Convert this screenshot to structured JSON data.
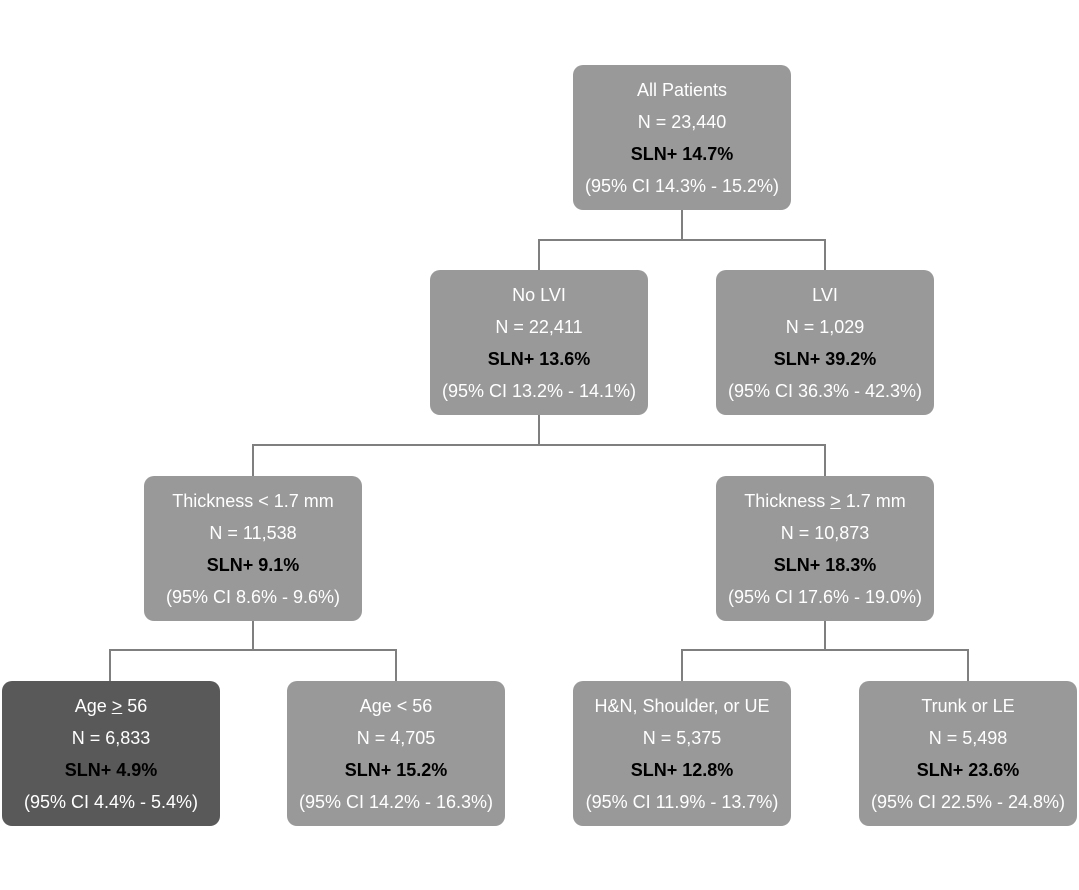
{
  "line_color": "#7f7f7f",
  "node_color": "#999999",
  "highlight_color": "#595959",
  "nodes": {
    "all": {
      "label": "All Patients",
      "n": "N = 23,440",
      "sln": "SLN+ 14.7%",
      "ci": "(95% CI 14.3% - 15.2%)"
    },
    "nolvi": {
      "label": "No LVI",
      "n": "N = 22,411",
      "sln": "SLN+ 13.6%",
      "ci": "(95% CI 13.2% - 14.1%)"
    },
    "lvi": {
      "label": "LVI",
      "n": "N = 1,029",
      "sln": "SLN+ 39.2%",
      "ci": "(95% CI 36.3% - 42.3%)"
    },
    "thin": {
      "label": "Thickness < 1.7 mm",
      "n": "N = 11,538",
      "sln": "SLN+ 9.1%",
      "ci": "(95% CI 8.6% - 9.6%)"
    },
    "thick": {
      "label_prefix": "Thickness ",
      "label_symbol": ">",
      "label_suffix": " 1.7 mm",
      "n": "N = 10,873",
      "sln": "SLN+ 18.3%",
      "ci": "(95% CI 17.6% - 19.0%)"
    },
    "age_ge": {
      "label_prefix": "Age ",
      "label_symbol": ">",
      "label_suffix": " 56",
      "n": "N = 6,833",
      "sln": "SLN+ 4.9%",
      "ci": "(95% CI 4.4% - 5.4%)"
    },
    "age_lt": {
      "label": "Age < 56",
      "n": "N = 4,705",
      "sln": "SLN+ 15.2%",
      "ci": "(95% CI 14.2% - 16.3%)"
    },
    "hn": {
      "label": "H&N, Shoulder, or UE",
      "n": "N = 5,375",
      "sln": "SLN+ 12.8%",
      "ci": "(95% CI 11.9% - 13.7%)"
    },
    "trunk": {
      "label": "Trunk or LE",
      "n": "N = 5,498",
      "sln": "SLN+ 23.6%",
      "ci": "(95% CI 22.5% - 24.8%)"
    }
  }
}
